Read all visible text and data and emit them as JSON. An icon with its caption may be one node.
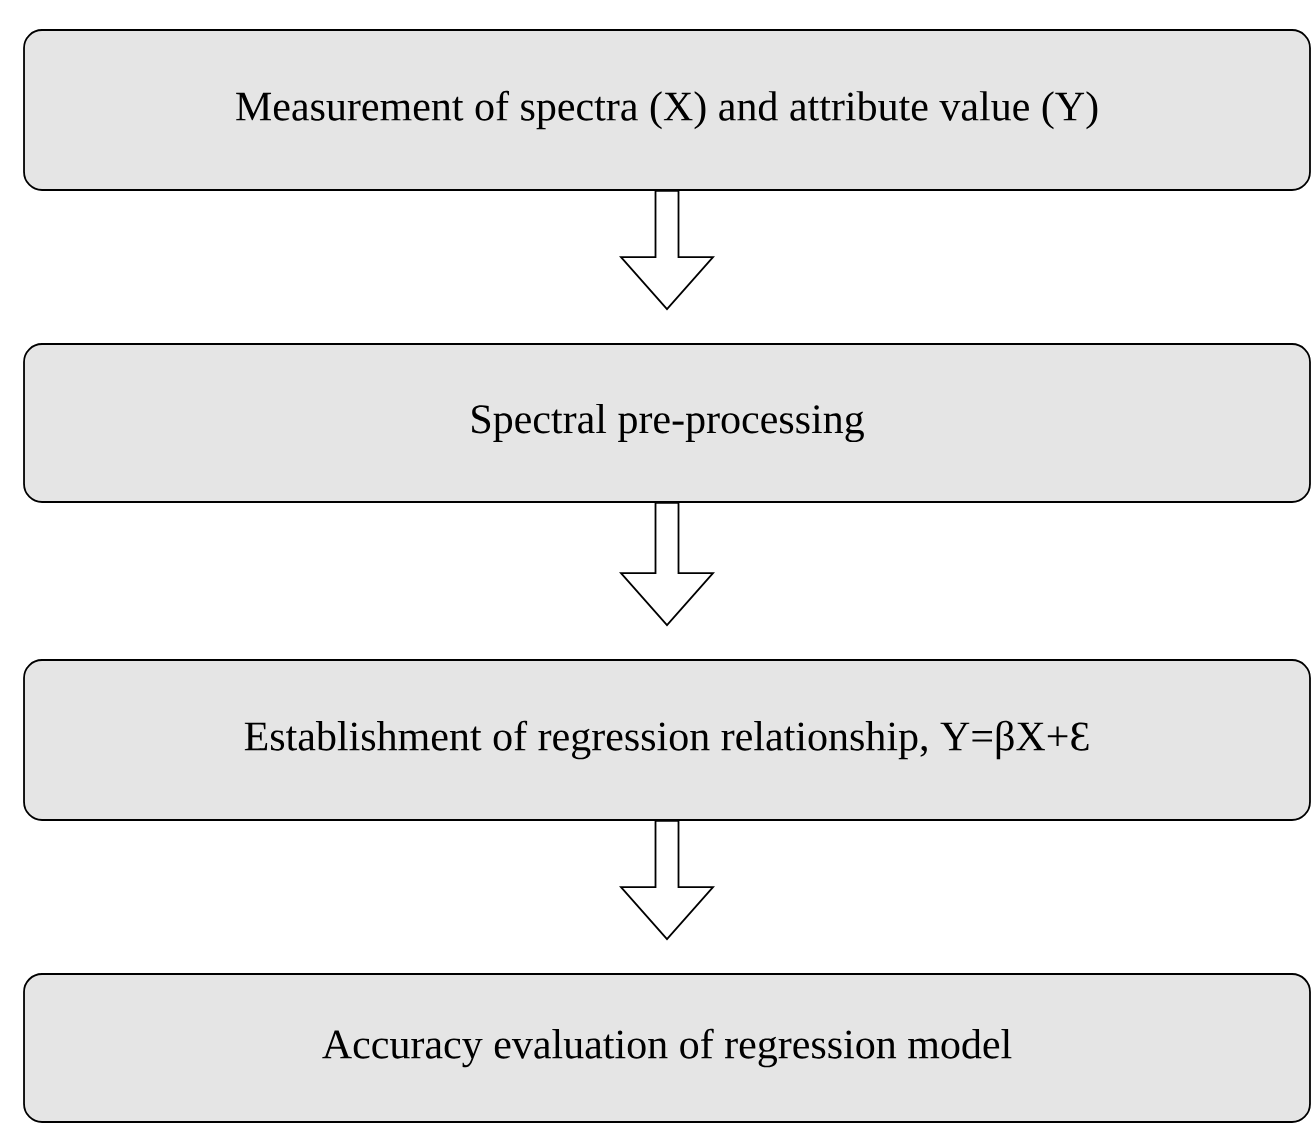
{
  "diagram": {
    "nodes": [
      {
        "text": [
          "Measurement of spectra (X) and attribute value (Y)"
        ]
      },
      {
        "text": [
          "Spectral pre-processing"
        ]
      },
      {
        "text": [
          "Establishment of regression relationship, Y=βX+Ɛ"
        ]
      },
      {
        "text": [
          "Accuracy evaluation of regression model"
        ]
      }
    ],
    "edges": [
      {
        "from": 0,
        "to": 1,
        "arrow": "to"
      },
      {
        "from": 1,
        "to": 2,
        "arrow": "to"
      },
      {
        "from": 2,
        "to": 3,
        "arrow": "to"
      }
    ]
  }
}
